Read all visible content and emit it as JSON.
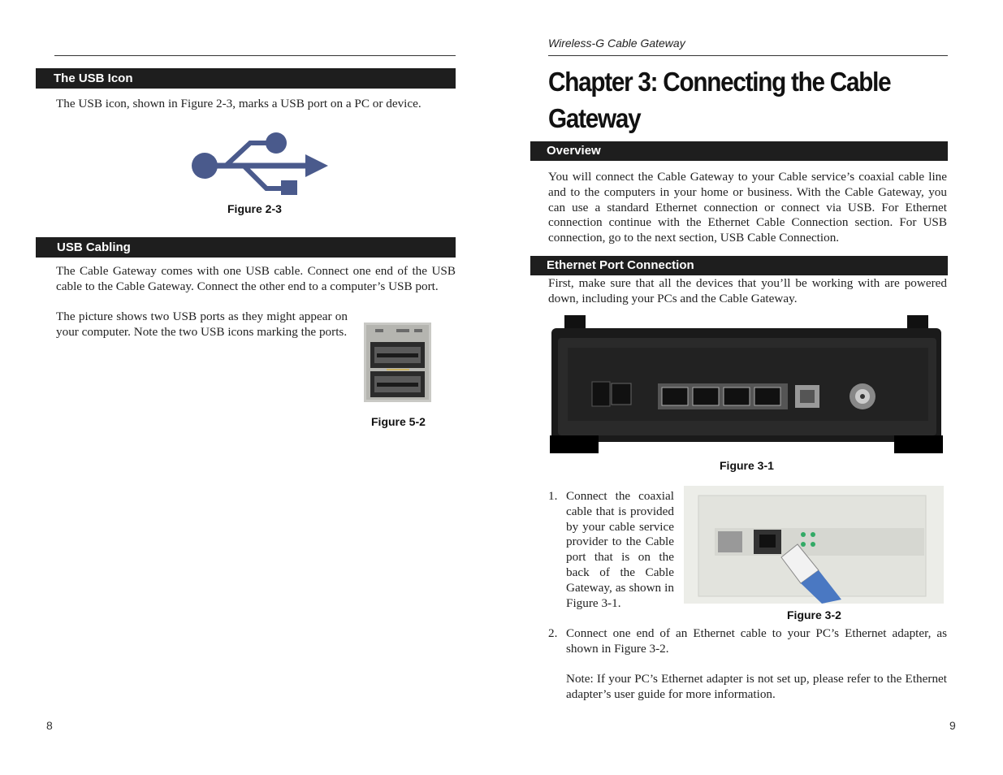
{
  "left_page": {
    "section1_heading": "The USB Icon",
    "section1_text": "The USB icon, shown in Figure 2-3, marks a USB port on a PC or device.",
    "figure1_caption": "Figure 2-3",
    "section2_heading": "USB Cabling",
    "section2_para1": "The Cable Gateway comes with one USB cable.  Connect one end of the USB cable to the Cable Gateway. Connect the other end to a computer’s USB port.",
    "section2_para2": "The picture shows two USB ports as they might appear on your computer. Note the two USB icons marking the ports.",
    "figure2_caption": "Figure 5-2",
    "page_number": "8"
  },
  "right_page": {
    "running_header": "Wireless-G Cable Gateway",
    "chapter_title": "Chapter 3: Connecting the Cable Gateway",
    "overview_heading": "Overview",
    "overview_text": "You will connect the Cable Gateway to your Cable service’s coaxial cable line and to the computers in your home or business.  With the Cable Gateway, you can use a standard Ethernet connection or connect via USB. For Ethernet connection continue with the Ethernet Cable Connection section. For USB connection, go to the next section, USB Cable Connection.",
    "ethernet_heading": "Ethernet Port Connection",
    "ethernet_intro": "First, make sure that all the devices that you’ll be working with are powered down, including your PCs and the Cable Gateway.",
    "figure31_caption": "Figure 3-1",
    "step1_number": "1.",
    "step1_text": "Connect the coaxial cable that is provided by your cable service provider to the Cable port that is on the back of the Cable Gateway, as shown in Figure 3-1.",
    "figure32_caption": "Figure 3-2",
    "step2_number": "2.",
    "step2_text": "Connect one end of an Ethernet cable to your PC’s Ethernet adapter, as shown in Figure 3-2.",
    "note_text": "Note: If your PC’s Ethernet adapter is not set up, please refer to the Ethernet adapter’s user guide for more information.",
    "page_number": "9"
  },
  "colors": {
    "heading_bar": "#1e1e1e",
    "usb_icon": "#4a5a8c"
  },
  "icons": [
    "usb-icon",
    "usb-ports-photo",
    "router-back-photo",
    "ethernet-adapter-photo"
  ]
}
